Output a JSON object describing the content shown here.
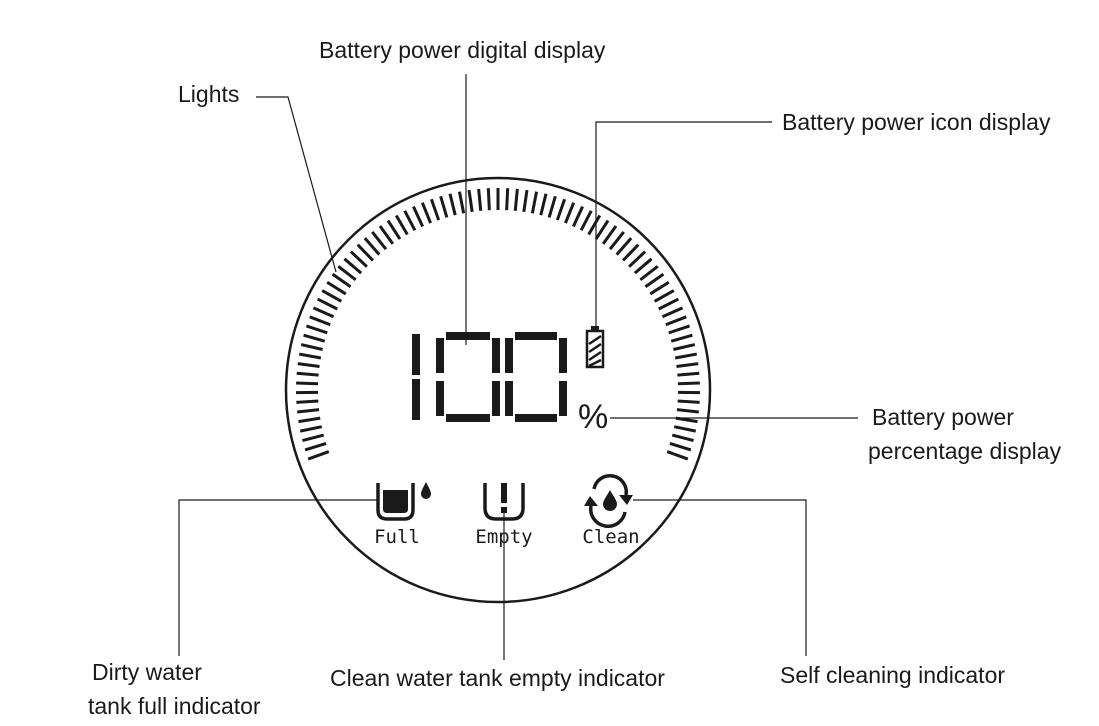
{
  "callouts": {
    "battery_digital": "Battery power digital display",
    "lights": "Lights",
    "battery_icon": "Battery power icon display",
    "battery_percentage_line1": "Battery power",
    "battery_percentage_line2": "percentage display",
    "dirty_tank_line1": "Dirty water",
    "dirty_tank_line2": "tank full indicator",
    "clean_tank_empty": "Clean water tank empty indicator",
    "self_cleaning": "Self cleaning indicator"
  },
  "display": {
    "digits": "100",
    "percent_sign": "%"
  },
  "indicators": {
    "full": "Full",
    "empty": "Empty",
    "clean": "Clean"
  },
  "colors": {
    "ink": "#1a1a1a",
    "background": "#ffffff"
  }
}
